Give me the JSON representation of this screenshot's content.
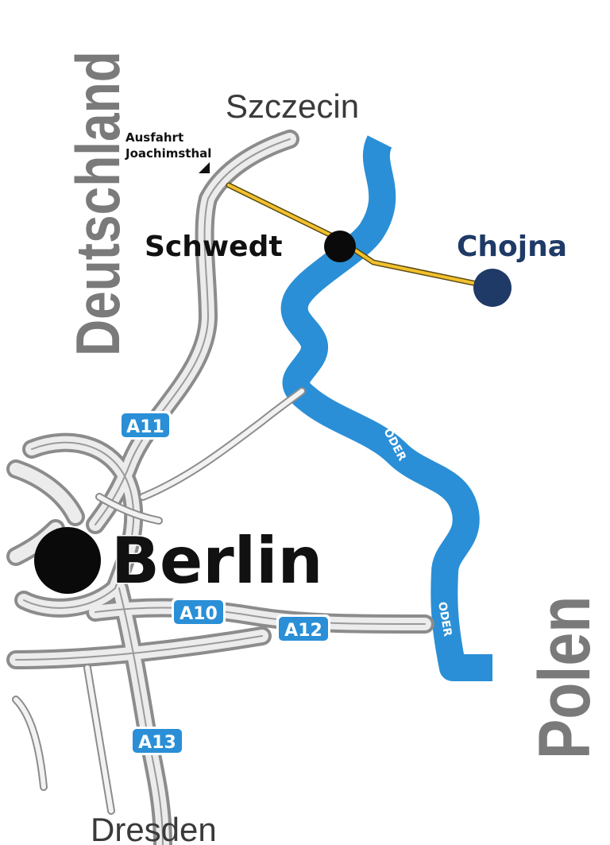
{
  "countries": {
    "germany": "Deutschland",
    "poland": "Polen"
  },
  "cities": {
    "berlin": "Berlin",
    "schwedt": "Schwedt",
    "chojna": "Chojna"
  },
  "destinations": {
    "north": "Szczecin",
    "south": "Dresden"
  },
  "exit": {
    "line1": "Ausfahrt",
    "line2": "Joachimsthal"
  },
  "highways": {
    "a11": "A11",
    "a10": "A10",
    "a12": "A12",
    "a13": "A13"
  },
  "river": {
    "label1": "ODER",
    "label2": "ODER"
  },
  "colors": {
    "river": "#2a8fd6",
    "road_outline": "#8c8c8c",
    "road_fill": "#ececec",
    "local_road": "#f2c12e",
    "shield": "#2a8fd6",
    "chojna": "#1f3a66"
  }
}
